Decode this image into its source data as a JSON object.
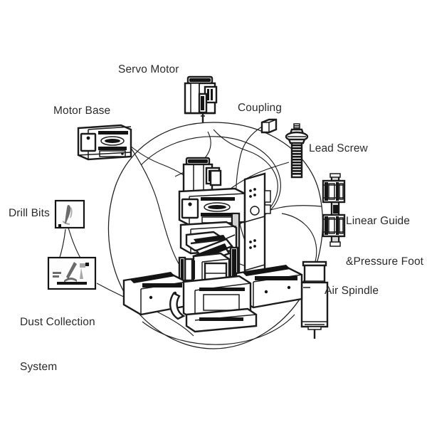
{
  "figure": {
    "kind": "exploded-assembly-diagram",
    "subject": "PCB drilling machine assembly",
    "background_color": "#ffffff",
    "line_color": "#1b1b1b",
    "label_color": "#2b2b2b"
  },
  "labels": {
    "servo_motor": "Servo Motor",
    "motor_base": "Motor Base",
    "coupling": "Coupling",
    "lead_screw": "Lead Screw",
    "linear_guide_line1": "Linear Guide",
    "linear_guide_line2": "&Pressure Foot",
    "drill_bits": "Drill Bits",
    "air_spindle": "Air Spindle",
    "dust_collection_line1": "Dust Collection",
    "dust_collection_line2": "System"
  },
  "callouts": [
    {
      "name": "servo-motor",
      "label": "Servo Motor",
      "icon": "servo-motor-icon",
      "position": "top-center"
    },
    {
      "name": "motor-base",
      "label": "Motor Base",
      "icon": "motor-base-icon",
      "position": "top-left"
    },
    {
      "name": "coupling",
      "label": "Coupling",
      "icon": "coupling-icon",
      "position": "top-right"
    },
    {
      "name": "lead-screw",
      "label": "Lead Screw",
      "icon": "lead-screw-icon",
      "position": "right-upper"
    },
    {
      "name": "linear-guide",
      "label": "Linear Guide &Pressure Foot",
      "icon": "linear-guide-icon",
      "position": "right-middle"
    },
    {
      "name": "air-spindle",
      "label": "Air Spindle",
      "icon": "air-spindle-icon",
      "position": "right-lower"
    },
    {
      "name": "drill-bits",
      "label": "Drill Bits",
      "icon": "drill-bits-photo",
      "position": "left-middle"
    },
    {
      "name": "dust-collection",
      "label": "Dust Collection System",
      "icon": "dust-collection-photo",
      "position": "left-lower"
    }
  ],
  "center": {
    "name": "machine-assembly",
    "description": "Central CNC drilling machine assembly enclosed in a large circle"
  }
}
